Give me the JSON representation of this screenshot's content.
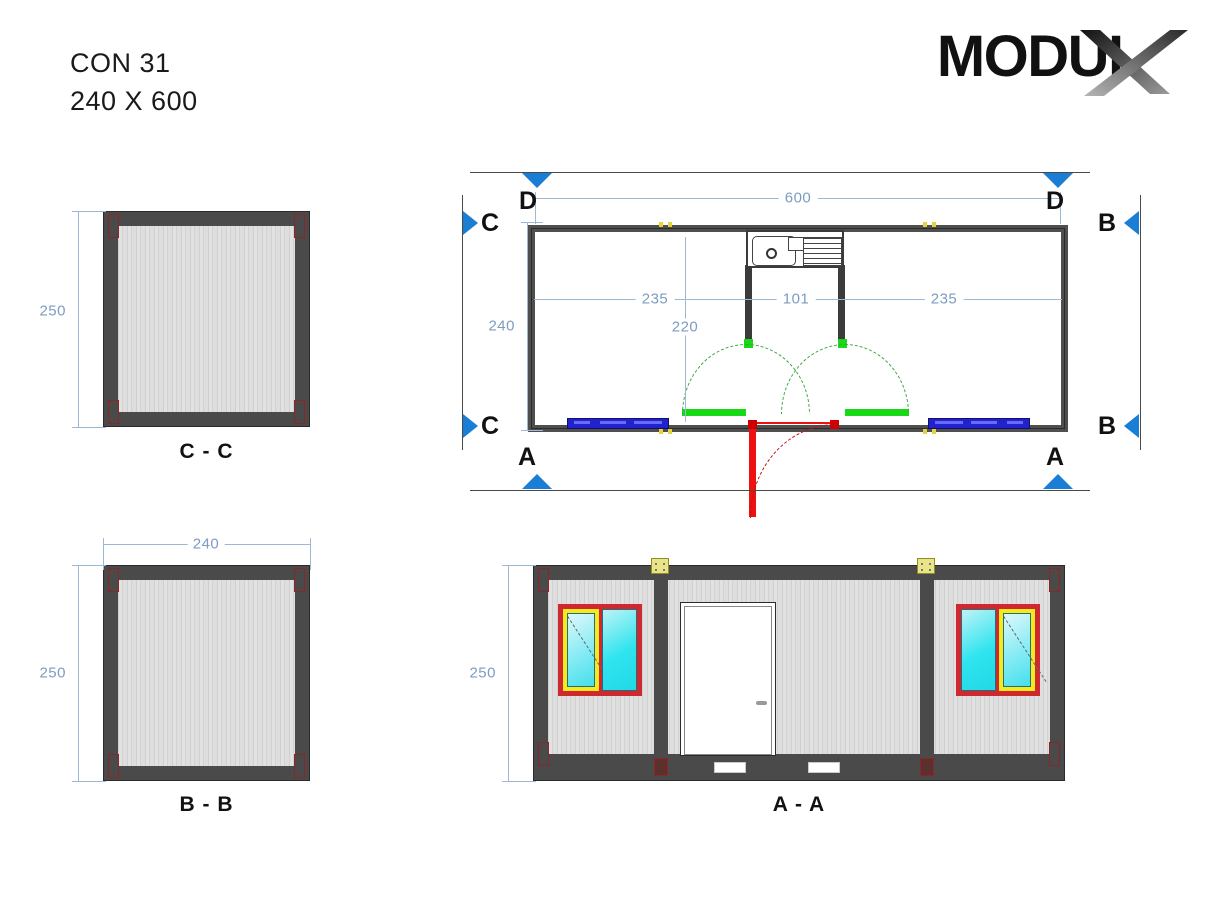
{
  "title": {
    "line1": "CON 31",
    "line2": "240 X 600"
  },
  "brand": {
    "name": "MODUL",
    "mark": "X",
    "full_name": "MODULX"
  },
  "views": {
    "section_cc": {
      "label": "C - C",
      "height_dim": "250"
    },
    "section_bb": {
      "label": "B - B",
      "width_dim": "240",
      "height_dim": "250"
    },
    "section_aa": {
      "label": "A - A",
      "height_dim": "250"
    },
    "plan": {
      "overall_length": "600",
      "overall_width": "240",
      "room_left": "235",
      "vestibule": "101",
      "room_right": "235",
      "door_offset": "220"
    }
  },
  "section_markers": {
    "d_left": "D",
    "d_right": "D",
    "c_top": "C",
    "c_bottom": "C",
    "b_top": "B",
    "b_bottom": "B",
    "a_left": "A",
    "a_right": "A"
  },
  "colors": {
    "accent_blue": "#1a7fd4",
    "dimension": "#7d9cc0",
    "frame_dark": "#4a4a4a",
    "panel_light": "#d9d9d9",
    "door_green": "#18d818",
    "door_red": "#ee1111",
    "window_blue": "#2222cc",
    "glass_cyan": "#2fe4ee",
    "window_frame_red": "#d0282f",
    "casement_yellow": "#f2ec1c",
    "corner_red": "#7a2020"
  }
}
